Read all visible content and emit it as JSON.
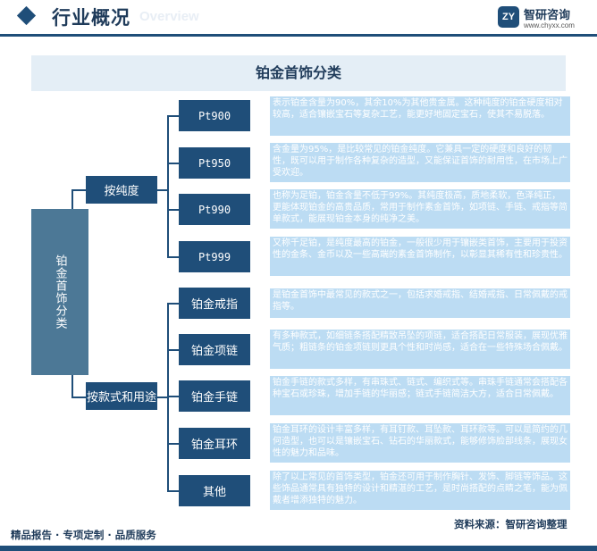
{
  "header": {
    "title": "行业概况",
    "overlay": "Overview",
    "logo_mark": "ZY",
    "logo_name": "智研咨询",
    "logo_url": "www.chyxx.com"
  },
  "diagram": {
    "title": "铂金首饰分类",
    "root": "铂金首饰分类",
    "purity": {
      "label": "按纯度",
      "items": [
        {
          "label": "Pt900",
          "desc": "表示铂金含量为90%，其余10%为其他贵金属。这种纯度的铂金硬度相对较高，适合镶嵌宝石等复杂工艺，能更好地固定宝石，使其不易脱落。"
        },
        {
          "label": "Pt950",
          "desc": "含金量为95%，是比较常见的铂金纯度。它兼具一定的硬度和良好的韧性，既可以用于制作各种复杂的造型，又能保证首饰的耐用性，在市场上广受欢迎。"
        },
        {
          "label": "Pt990",
          "desc": "也称为足铂，铂金含量不低于99%。其纯度极高，质地柔软，色泽纯正，更能体现铂金的高贵品质，常用于制作素金首饰，如项链、手链、戒指等简单款式，能展现铂金本身的纯净之美。"
        },
        {
          "label": "Pt999",
          "desc": "又称千足铂，是纯度最高的铂金，一般很少用于镶嵌类首饰，主要用于投资性的金条、金币以及一些高端的素金首饰制作，以彰显其稀有性和珍贵性。"
        }
      ]
    },
    "style": {
      "label": "按款式和用途",
      "items": [
        {
          "label": "铂金戒指",
          "desc": "是铂金首饰中最常见的款式之一，包括求婚戒指、结婚戒指、日常佩戴的戒指等。"
        },
        {
          "label": "铂金项链",
          "desc": "有多种款式，如细链条搭配精致吊坠的项链，适合搭配日常服装，展现优雅气质；粗链条的铂金项链则更具个性和时尚感，适合在一些特殊场合佩戴。"
        },
        {
          "label": "铂金手链",
          "desc": "铂金手链的款式多样，有串珠式、链式、编织式等。串珠手链通常会搭配各种宝石或珍珠，增加手链的华丽感；链式手链简洁大方，适合日常佩戴。"
        },
        {
          "label": "铂金耳环",
          "desc": "铂金耳环的设计丰富多样，有耳钉款、耳坠款、耳环款等。可以是简约的几何造型，也可以是镶嵌宝石、钻石的华丽款式，能够修饰脸部线条，展现女性的魅力和品味。"
        },
        {
          "label": "其他",
          "desc": "除了以上常见的首饰类型，铂金还可用于制作胸针、发饰、脚链等饰品。这些饰品通常具有独特的设计和精湛的工艺，是时尚搭配的点睛之笔，能为佩戴者增添独特的魅力。"
        }
      ]
    }
  },
  "footer": {
    "left": "精品报告 · 专项定制 · 品质服务",
    "source": "资料来源：智研咨询整理"
  }
}
